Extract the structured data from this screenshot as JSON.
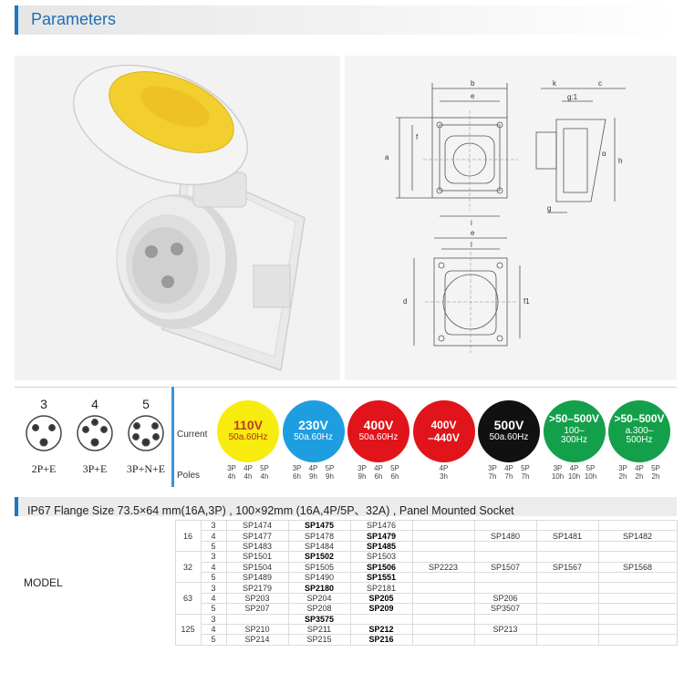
{
  "header": {
    "title": "Parameters"
  },
  "pin_configs": [
    {
      "count": "3",
      "label": "2P+E"
    },
    {
      "count": "4",
      "label": "3P+E"
    },
    {
      "count": "5",
      "label": "3P+N+E"
    }
  ],
  "current_label": "Current",
  "poles_label": "Poles",
  "voltages": [
    {
      "voltage": "110V",
      "freq": "50a.60Hz",
      "bg": "#f7ec0e",
      "fg": "#c0392b",
      "fg2": "#b03020",
      "poles": [
        "3P\n4h",
        "4P\n4h",
        "5P\n4h"
      ]
    },
    {
      "voltage": "230V",
      "freq": "50a.60Hz",
      "bg": "#1e9ee0",
      "fg": "#ffffff",
      "fg2": "#ffffff",
      "poles": [
        "3P\n6h",
        "4P\n9h",
        "5P\n9h"
      ]
    },
    {
      "voltage": "400V",
      "freq": "50a.60Hz",
      "bg": "#e0141a",
      "fg": "#ffffff",
      "fg2": "#ffffff",
      "poles": [
        "3P\n9h",
        "4P\n6h",
        "5P\n6h"
      ]
    },
    {
      "voltage": "400V\n–440V",
      "freq": "",
      "bg": "#e0141a",
      "fg": "#ffffff",
      "fg2": "#ffffff",
      "poles": [
        "4P\n3h"
      ]
    },
    {
      "voltage": "500V",
      "freq": "50a.60Hz",
      "bg": "#111111",
      "fg": "#ffffff",
      "fg2": "#ffffff",
      "poles": [
        "3P\n7h",
        "4P\n7h",
        "5P\n7h"
      ]
    },
    {
      "voltage": ">50–500V",
      "freq": "100–\n300Hz",
      "bg": "#14a04a",
      "fg": "#ffffff",
      "fg2": "#ffffff",
      "poles": [
        "3P\n10h",
        "4P\n10h",
        "5P\n10h"
      ]
    },
    {
      "voltage": ">50–500V",
      "freq": "a.300–\n500Hz",
      "bg": "#14a04a",
      "fg": "#ffffff",
      "fg2": "#ffffff",
      "poles": [
        "3P\n2h",
        "4P\n2h",
        "5P\n2h"
      ]
    }
  ],
  "caption": "IP67 Flange Size   73.5×64 mm(16A,3P) , 100×92mm (16A,4P/5P、32A) , Panel Mounted Socket",
  "drawing_letters": [
    "b",
    "a",
    "f",
    "e",
    "i",
    "k",
    "c",
    "g:1",
    "h",
    "g",
    "α",
    "l",
    "d",
    "f1"
  ],
  "model": {
    "label": "MODEL",
    "groups": [
      {
        "amp": "16",
        "rows": [
          {
            "p": "3",
            "c": [
              "SP1474",
              "SP1475",
              "SP1476",
              "",
              "",
              "",
              ""
            ],
            "b": [
              1
            ]
          },
          {
            "p": "4",
            "c": [
              "SP1477",
              "SP1478",
              "SP1479",
              "",
              "SP1480",
              "SP1481",
              "SP1482"
            ],
            "b": [
              2
            ]
          },
          {
            "p": "5",
            "c": [
              "SP1483",
              "SP1484",
              "SP1485",
              "",
              "",
              "",
              ""
            ],
            "b": [
              2
            ]
          }
        ]
      },
      {
        "amp": "32",
        "rows": [
          {
            "p": "3",
            "c": [
              "SP1501",
              "SP1502",
              "SP1503",
              "",
              "",
              "",
              ""
            ],
            "b": [
              1
            ]
          },
          {
            "p": "4",
            "c": [
              "SP1504",
              "SP1505",
              "SP1506",
              "SP2223",
              "SP1507",
              "SP1567",
              "SP1568"
            ],
            "b": [
              2
            ]
          },
          {
            "p": "5",
            "c": [
              "SP1489",
              "SP1490",
              "SP1551",
              "",
              "",
              "",
              ""
            ],
            "b": [
              2
            ]
          }
        ]
      },
      {
        "amp": "63",
        "rows": [
          {
            "p": "3",
            "c": [
              "SP2179",
              "SP2180",
              "SP2181",
              "",
              "",
              "",
              ""
            ],
            "b": [
              1
            ]
          },
          {
            "p": "4",
            "c": [
              "SP203",
              "SP204",
              "SP205",
              "",
              "SP206",
              "",
              ""
            ],
            "b": [
              2
            ]
          },
          {
            "p": "5",
            "c": [
              "SP207",
              "SP208",
              "SP209",
              "",
              "SP3507",
              "",
              ""
            ],
            "b": [
              2
            ]
          }
        ]
      },
      {
        "amp": "125",
        "rows": [
          {
            "p": "3",
            "c": [
              "",
              "SP3575",
              "",
              "",
              "",
              "",
              ""
            ],
            "b": [
              1
            ]
          },
          {
            "p": "4",
            "c": [
              "SP210",
              "SP211",
              "SP212",
              "",
              "SP213",
              "",
              ""
            ],
            "b": [
              2
            ]
          },
          {
            "p": "5",
            "c": [
              "SP214",
              "SP215",
              "SP216",
              "",
              "",
              "",
              ""
            ],
            "b": [
              2
            ]
          }
        ]
      }
    ]
  }
}
